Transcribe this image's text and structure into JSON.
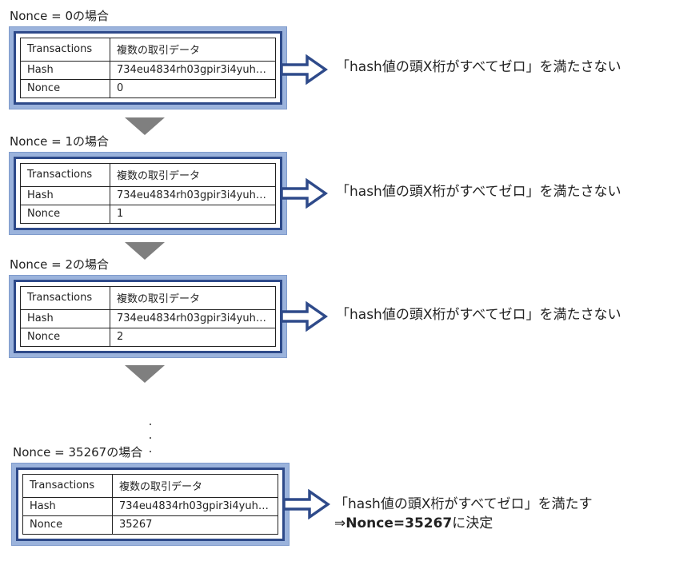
{
  "steps": [
    {
      "heading": "Nonce = 0の場合",
      "rows": [
        [
          "Transactions",
          "複数の取引データ"
        ],
        [
          "Hash",
          "734eu4834rh03gpir3i4yuh…"
        ],
        [
          "Nonce",
          "0"
        ]
      ],
      "result": "「hash値の頭X桁がすべてゼロ」を満たさない"
    },
    {
      "heading": "Nonce = 1の場合",
      "rows": [
        [
          "Transactions",
          "複数の取引データ"
        ],
        [
          "Hash",
          "734eu4834rh03gpir3i4yuh…"
        ],
        [
          "Nonce",
          "1"
        ]
      ],
      "result": "「hash値の頭X桁がすべてゼロ」を満たさない"
    },
    {
      "heading": "Nonce = 2の場合",
      "rows": [
        [
          "Transactions",
          "複数の取引データ"
        ],
        [
          "Hash",
          "734eu4834rh03gpir3i4yuh…"
        ],
        [
          "Nonce",
          "2"
        ]
      ],
      "result": "「hash値の頭X桁がすべてゼロ」を満たさない"
    },
    {
      "heading": "Nonce = 35267の場合",
      "rows": [
        [
          "Transactions",
          "複数の取引データ"
        ],
        [
          "Hash",
          "734eu4834rh03gpir3i4yuh…"
        ],
        [
          "Nonce",
          "35267"
        ]
      ],
      "result": "「hash値の頭X桁がすべてゼロ」を満たす"
    }
  ],
  "final": {
    "prefix": "⇒",
    "bold": "Nonce=35267",
    "suffix": "に決定"
  },
  "colors": {
    "arrow_outline": "#2e4a8a",
    "block_fill": "#9bb3dc",
    "triangle": "#7f7f7f"
  }
}
